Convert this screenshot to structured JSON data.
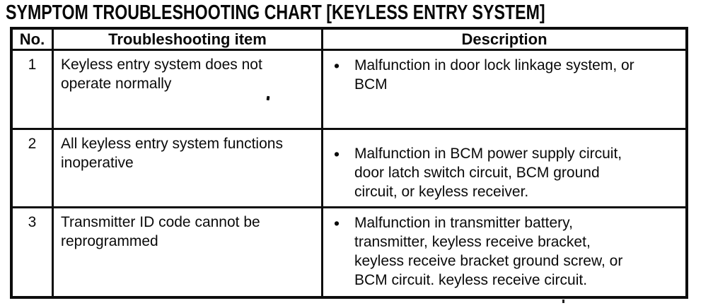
{
  "page": {
    "title": "SYMPTOM TROUBLESHOOTING CHART [KEYLESS ENTRY SYSTEM]"
  },
  "table": {
    "bullet": "•",
    "columns": [
      "No.",
      "Troubleshooting item",
      "Description"
    ],
    "rows": [
      {
        "no": "1",
        "item": "Keyless entry system does not\noperate normally",
        "description": "Malfunction in door lock linkage system, or\nBCM"
      },
      {
        "no": "2",
        "item": "All keyless entry system functions\ninoperative",
        "description": "Malfunction in BCM power supply circuit,\ndoor latch switch circuit, BCM ground\ncircuit, or keyless receiver."
      },
      {
        "no": "3",
        "item": "Transmitter ID code cannot be\nreprogrammed",
        "description": "Malfunction in transmitter battery,\ntransmitter, keyless receive bracket,\nkeyless receive bracket ground screw, or\nBCM circuit. keyless receive circuit."
      }
    ]
  }
}
